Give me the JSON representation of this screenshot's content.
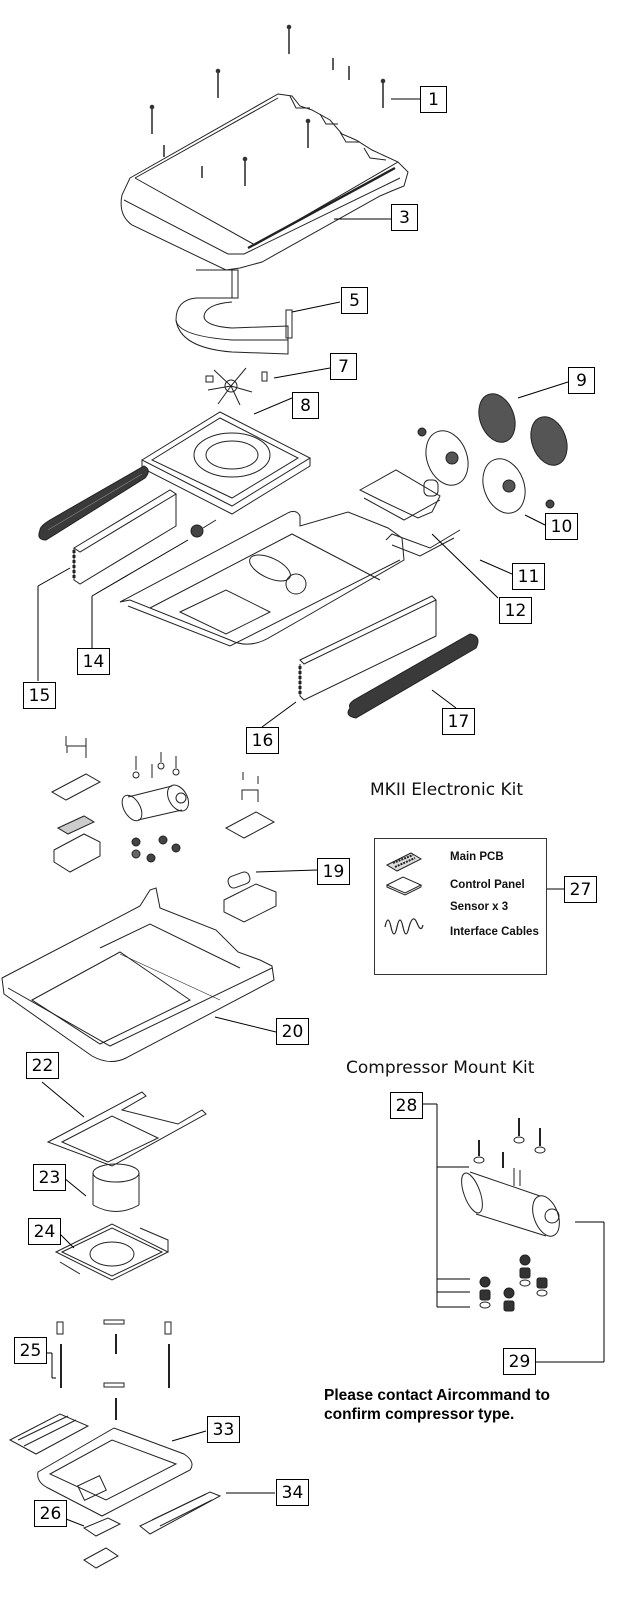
{
  "diagram": {
    "type": "exploded-parts-diagram",
    "subject": "Roof air conditioner assembly",
    "callouts": [
      {
        "id": "c1",
        "label": "1",
        "part": "screws"
      },
      {
        "id": "c3",
        "label": "3",
        "part": "top-cover"
      },
      {
        "id": "c5",
        "label": "5",
        "part": "u-shaped-shroud"
      },
      {
        "id": "c7",
        "label": "7",
        "part": "fan-blade"
      },
      {
        "id": "c8",
        "label": "8",
        "part": "evaporator-fan-housing"
      },
      {
        "id": "c9",
        "label": "9",
        "part": "condenser-fan-guards"
      },
      {
        "id": "c10",
        "label": "10",
        "part": "condenser-fans"
      },
      {
        "id": "c11",
        "label": "11",
        "part": "tubing"
      },
      {
        "id": "c12",
        "label": "12",
        "part": "accumulator-frame"
      },
      {
        "id": "c14",
        "label": "14",
        "part": "grommet"
      },
      {
        "id": "c15",
        "label": "15",
        "part": "left-coil"
      },
      {
        "id": "c16",
        "label": "16",
        "part": "right-coil"
      },
      {
        "id": "c17",
        "label": "17",
        "part": "right-side-grille"
      },
      {
        "id": "c19",
        "label": "19",
        "part": "capacitor"
      },
      {
        "id": "c20",
        "label": "20",
        "part": "base-pan"
      },
      {
        "id": "c22",
        "label": "22",
        "part": "gasket"
      },
      {
        "id": "c23",
        "label": "23",
        "part": "duct-collar"
      },
      {
        "id": "c24",
        "label": "24",
        "part": "ceiling-frame"
      },
      {
        "id": "c25",
        "label": "25",
        "part": "mounting-bolts"
      },
      {
        "id": "c26",
        "label": "26",
        "part": "control-panel"
      },
      {
        "id": "c27",
        "label": "27",
        "part": "mkii-electronic-kit"
      },
      {
        "id": "c28",
        "label": "28",
        "part": "compressor-mounts"
      },
      {
        "id": "c29",
        "label": "29",
        "part": "compressor"
      },
      {
        "id": "c33",
        "label": "33",
        "part": "ceiling-assembly"
      },
      {
        "id": "c34",
        "label": "34",
        "part": "return-grille"
      }
    ]
  },
  "electronic_kit": {
    "title": "MKII Electronic Kit",
    "items": [
      {
        "icon": "pcb-icon",
        "label": "Main PCB"
      },
      {
        "icon": "control-panel-icon",
        "label": "Control Panel"
      },
      {
        "icon": "",
        "label": "Sensor x 3"
      },
      {
        "icon": "cables-icon",
        "label": "Interface Cables"
      }
    ],
    "callout": "27"
  },
  "compressor_kit": {
    "title": "Compressor Mount Kit",
    "callouts": [
      "28",
      "29"
    ]
  },
  "note": {
    "line1": "Please contact Aircommand to",
    "line2": "confirm compressor type."
  }
}
